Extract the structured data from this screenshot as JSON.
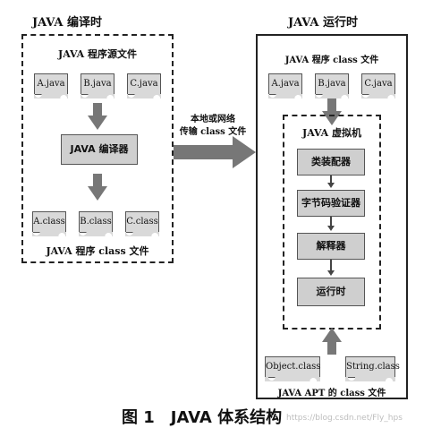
{
  "compile_time": {
    "heading": "JAVA 编译时",
    "source_label": "JAVA 程序源文件",
    "source_files": [
      "A.java",
      "B.java",
      "C.java"
    ],
    "compiler": "JAVA 编译器",
    "class_files": [
      "A.class",
      "B.class",
      "C.class"
    ],
    "class_label": "JAVA 程序 class 文件"
  },
  "transfer": {
    "line1": "本地或网络",
    "line2": "传输 class 文件"
  },
  "run_time": {
    "heading": "JAVA 运行时",
    "class_label": "JAVA 程序 class 文件",
    "class_files": [
      "A.java",
      "B.java",
      "C.java"
    ],
    "jvm_label": "JAVA 虚拟机",
    "stages": [
      "类装配器",
      "字节码验证器",
      "解释器",
      "运行时"
    ],
    "api_files": [
      "Object.class",
      "String.class"
    ],
    "api_label": "JAVA APT 的 class 文件"
  },
  "caption": "图 1　JAVA 体系结构",
  "watermark": "https://blog.csdn.net/Fly_hps"
}
